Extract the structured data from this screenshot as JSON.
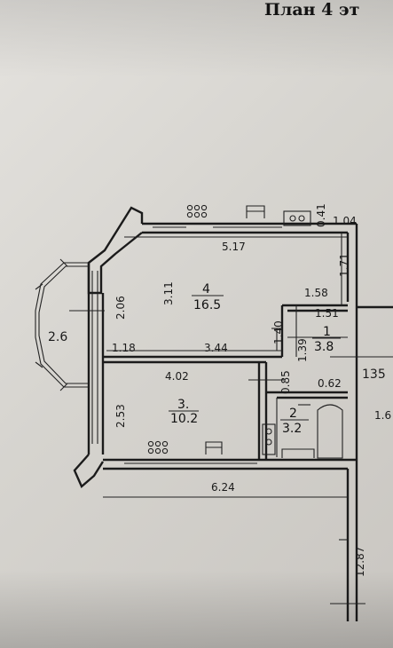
{
  "title": "План 4 эт",
  "rooms": [
    {
      "id": "room-4",
      "number": "4",
      "area": "16.5"
    },
    {
      "id": "room-3",
      "number": "3.",
      "area": "10.2"
    },
    {
      "id": "room-1",
      "number": "1",
      "area": "3.8"
    },
    {
      "id": "room-2",
      "number": "2",
      "area": "3.2"
    }
  ],
  "dimensions": [
    "0.41",
    "1.04",
    "5.17",
    "1.71",
    "3.11",
    "2.06",
    "2.6",
    "1.58",
    "1.40",
    "1.51",
    "1.39",
    "1.18",
    "3.44",
    "4.02",
    "0.85",
    "0.62",
    "135",
    "2.53",
    "1.6",
    "6.24",
    "12.87"
  ],
  "colors": {
    "ink": "#1b1b1b",
    "paper": "#dcdad6"
  }
}
